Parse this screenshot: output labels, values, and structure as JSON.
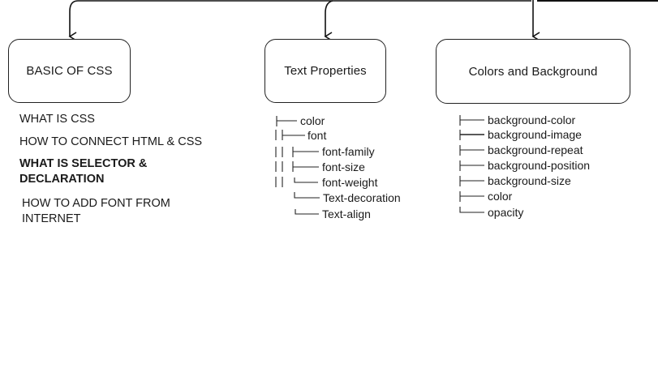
{
  "boxes": {
    "css": "BASIC OF CSS",
    "text": "Text Properties",
    "colors": "Colors and Background"
  },
  "css_topics": [
    "WHAT IS CSS",
    "HOW TO CONNECT HTML & CSS",
    "WHAT IS SELECTOR & DECLARATION",
    "HOW TO ADD FONT FROM INTERNET"
  ],
  "text_props": {
    "color": "color",
    "font": "font",
    "font_family": "font-family",
    "font_size": "font-size",
    "font_weight": "font-weight",
    "text_decoration": "Text-decoration",
    "text_align": "Text-align"
  },
  "color_props": [
    "background-color",
    "background-image",
    "background-repeat",
    "background-position",
    "background-size",
    "color",
    "opacity"
  ]
}
